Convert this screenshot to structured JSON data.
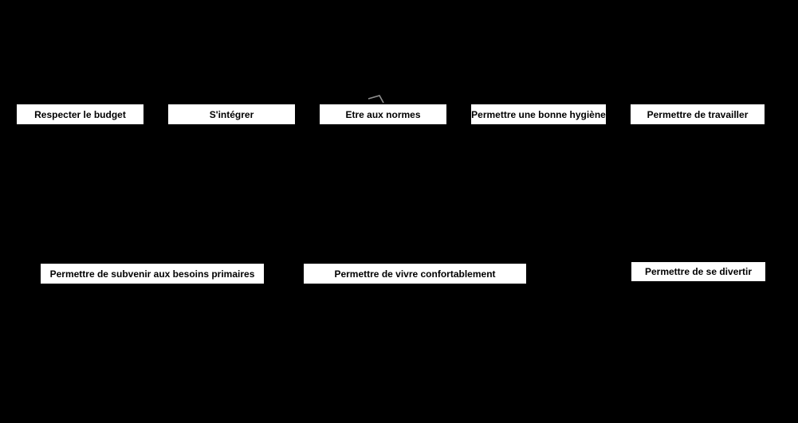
{
  "diagram": {
    "type": "functional-analysis-diagram",
    "background_color": "#000000",
    "node_background_color": "#ffffff",
    "node_text_color": "#000000",
    "edge_arrow_color": "#8f8f8f",
    "top_row": [
      {
        "label": "Respecter le budget"
      },
      {
        "label": "S'intégrer"
      },
      {
        "label": "Etre aux normes"
      },
      {
        "label": "Permettre une bonne hygiène"
      },
      {
        "label": "Permettre de travailler"
      }
    ],
    "bottom_row": [
      {
        "label": "Permettre de subvenir aux besoins primaires"
      },
      {
        "label": "Permettre de vivre confortablement"
      },
      {
        "label": "Permettre de se divertir"
      }
    ]
  }
}
